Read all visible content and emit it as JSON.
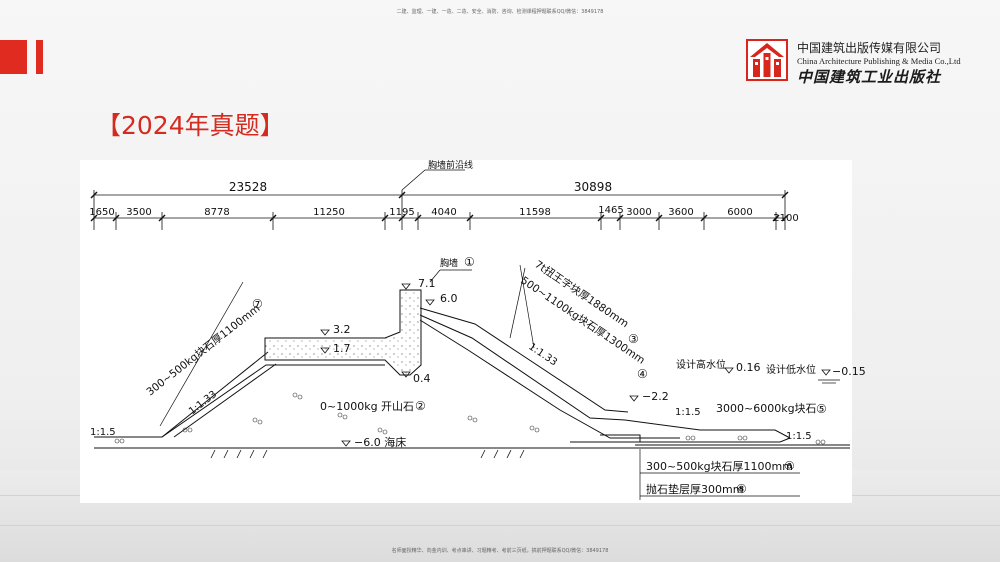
{
  "header": {
    "top_note": "二建、监理、一建、一造、二造、安全、消防、咨询、检测课程押题联系QQ/微信：3849178",
    "bottom_note": "名师面授精华、向金内训、考点串讲、习题精考、考前三页纸，搞前押题联系QQ/微信：3849178",
    "publisher_cn": "中国建筑出版传媒有限公司",
    "publisher_en": "China Architecture Publishing & Media Co.,Ltd",
    "publisher_cn2": "中国建筑工业出版社",
    "brand_color": "#e02b20"
  },
  "slide": {
    "title": "【2024年真题】"
  },
  "drawing": {
    "top_dims": {
      "left_total": "23528",
      "right_total": "30898",
      "parapet_line": "胸墙前沿线",
      "segments": [
        "1650",
        "3500",
        "8778",
        "11250",
        "1195",
        "4040",
        "11598",
        "1465",
        "3000",
        "3600",
        "6000",
        "2100"
      ]
    },
    "labels": {
      "parapet": "胸墙",
      "parapet_num": "①",
      "el_7_1": "7.1",
      "el_6_0": "6.0",
      "el_3_2": "3.2",
      "el_1_7": "1.7",
      "el_0_4": "0.4",
      "el_m2_2": "−2.2",
      "el_m6_0": "−6.0 海床",
      "core_stone": "0~1000kg 开山石",
      "core_num": "②",
      "armor_block": "7t扭王字块厚1880mm",
      "armor_num": "③",
      "armor_stone": "500~1100kg块石厚1300mm",
      "armor_stone_num": "④",
      "toe_stone": "3000~6000kg块石",
      "toe_num": "⑤",
      "toe_layer": "300~500kg块石厚1100mm",
      "toe_layer_num": "⑥",
      "back_layer": "300~500kg块石厚1100mm",
      "back_layer_num": "⑦",
      "bed_layer": "抛石垫层厚300mm",
      "bed_num": "⑧",
      "high_water": "设计高水位",
      "high_water_val": "0.16",
      "low_water": "设计低水位",
      "low_water_val": "−0.15",
      "slope_1_1_5_left": "1:1.5",
      "slope_1_1_33_left": "1:1.33",
      "slope_1_1_33_right": "1:1.33",
      "slope_1_1_5_mid": "1:1.5",
      "slope_1_1_5_right": "1:1.5"
    }
  }
}
